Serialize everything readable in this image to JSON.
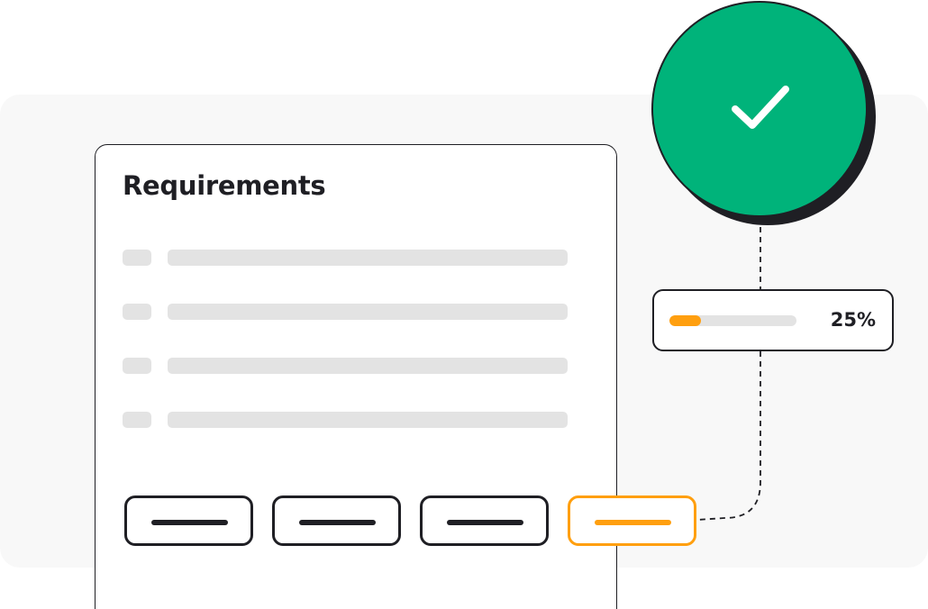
{
  "card": {
    "title": "Requirements",
    "requirements": [
      {
        "placeholder": true
      },
      {
        "placeholder": true
      },
      {
        "placeholder": true
      },
      {
        "placeholder": true
      }
    ],
    "steps": [
      {
        "active": false
      },
      {
        "active": false
      },
      {
        "active": false
      },
      {
        "active": true
      }
    ]
  },
  "progress": {
    "value": 0.25,
    "label": "25%"
  },
  "badge": {
    "icon": "checkmark-icon"
  },
  "colors": {
    "accent": "#ff9f0f",
    "success": "#00b37a",
    "outline": "#1f1f24",
    "placeholder": "#e3e3e3",
    "panel": "#f8f8f8"
  }
}
